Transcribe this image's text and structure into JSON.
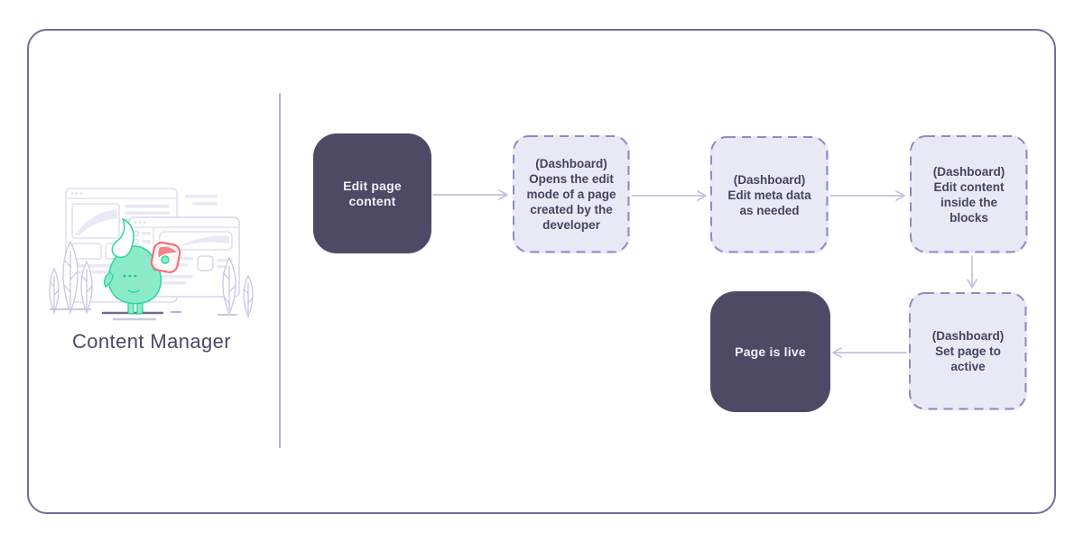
{
  "header": {
    "title": "Content Manager"
  },
  "illustration": {
    "name": "mascot-with-browser-windows",
    "mascot_color": "#8BEBC9",
    "mascot_stroke": "#2FD7A2",
    "card_color": "#F3717F"
  },
  "flowchart": {
    "nodes": [
      {
        "id": "edit-page-content",
        "type": "solid",
        "label": "Edit page\ncontent"
      },
      {
        "id": "open-edit-mode",
        "type": "dashed",
        "label": "(Dashboard)\nOpens the edit\nmode of a page\ncreated by the\ndeveloper"
      },
      {
        "id": "edit-meta-data",
        "type": "dashed",
        "label": "(Dashboard)\nEdit meta data\nas needed"
      },
      {
        "id": "edit-content-blocks",
        "type": "dashed",
        "label": "(Dashboard)\nEdit content\ninside the\nblocks"
      },
      {
        "id": "page-is-live",
        "type": "solid",
        "label": "Page is live"
      },
      {
        "id": "set-page-active",
        "type": "dashed",
        "label": "(Dashboard)\nSet page to\nactive"
      }
    ],
    "edges": [
      {
        "from": "edit-page-content",
        "to": "open-edit-mode",
        "direction": "right"
      },
      {
        "from": "open-edit-mode",
        "to": "edit-meta-data",
        "direction": "right"
      },
      {
        "from": "edit-meta-data",
        "to": "edit-content-blocks",
        "direction": "right"
      },
      {
        "from": "edit-content-blocks",
        "to": "set-page-active",
        "direction": "down"
      },
      {
        "from": "set-page-active",
        "to": "page-is-live",
        "direction": "left"
      }
    ]
  },
  "colors": {
    "frame_border": "#716E99",
    "divider": "#B1B0D8",
    "solid_node_bg": "#4E4A66",
    "solid_node_text": "#F1EFF8",
    "dashed_node_bg": "#E9E8F5",
    "dashed_node_border": "#8F8CC1",
    "dashed_node_text": "#47435F",
    "arrow": "#C3C1E4",
    "title_text": "#4B4767"
  }
}
